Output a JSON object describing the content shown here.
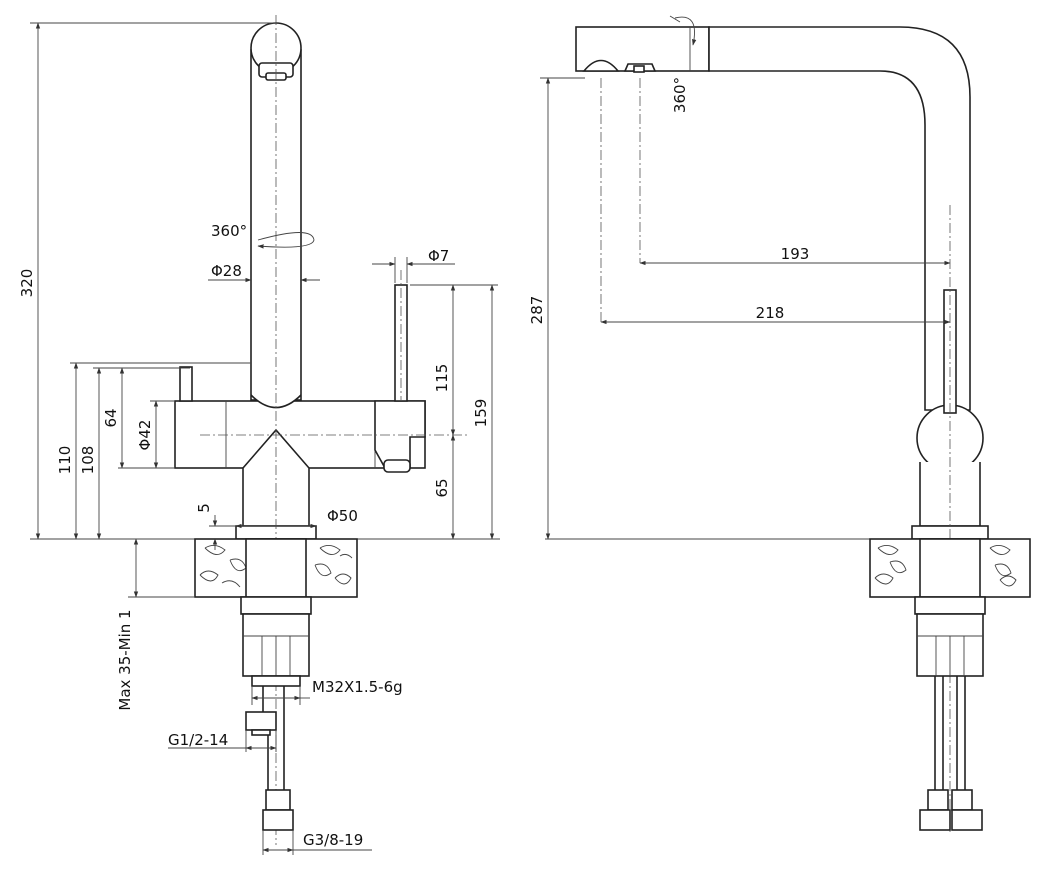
{
  "front_view": {
    "dims": {
      "total_height": "320",
      "swivel": "360°",
      "spout_diameter": "Φ28",
      "lever_diameter": "Φ7",
      "height_115": "115",
      "height_159": "159",
      "body_height_64": "64",
      "body_diameter": "Φ42",
      "height_110": "110",
      "height_108": "108",
      "height_65": "65",
      "offset_5": "5",
      "base_diameter": "Φ50",
      "deck_thickness": "Max 35-Min 1",
      "shank_thread": "M32X1.5-6g",
      "inlet_thread": "G1/2-14",
      "hose_thread": "G3/8-19"
    }
  },
  "side_view": {
    "dims": {
      "swivel": "360°",
      "height_287": "287",
      "reach_193": "193",
      "reach_218": "218"
    }
  }
}
